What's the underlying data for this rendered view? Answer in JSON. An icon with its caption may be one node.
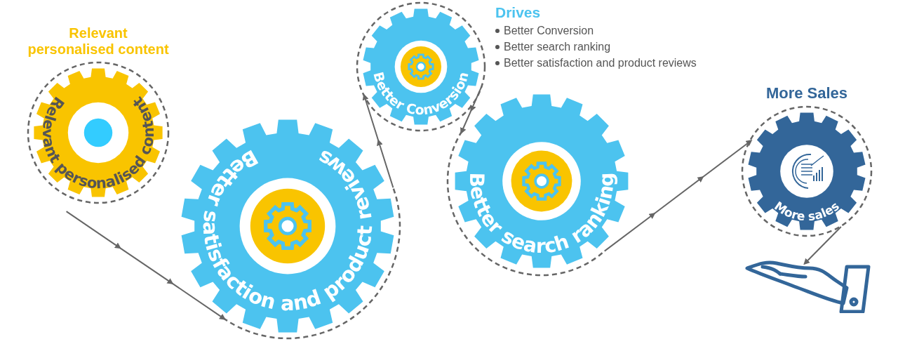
{
  "diagram": {
    "nodes": [
      {
        "text": [
          "Relevant personalised content",
          "Relevant personalised content"
        ]
      },
      {
        "text": [
          "Better satisfaction and product reviews"
        ]
      },
      {
        "text": [
          "Better Conversion"
        ]
      },
      {
        "text": [
          "Better search ranking"
        ]
      },
      {
        "text": [
          "More Sales",
          "More sales"
        ]
      },
      {
        "text": [],
        "shape": "picture"
      }
    ],
    "edges": [
      {
        "from": 0,
        "to": 1,
        "arrow": "to"
      },
      {
        "from": 1,
        "to": 2,
        "arrow": "to"
      },
      {
        "from": 2,
        "to": 3,
        "arrow": "to"
      },
      {
        "from": 3,
        "to": 4,
        "arrow": "to"
      },
      {
        "from": 4,
        "to": 5,
        "arrow": "to"
      }
    ],
    "labels": [
      "Drives",
      "Better Conversion",
      "Better search ranking",
      "Better satisfaction and product reviews"
    ]
  }
}
